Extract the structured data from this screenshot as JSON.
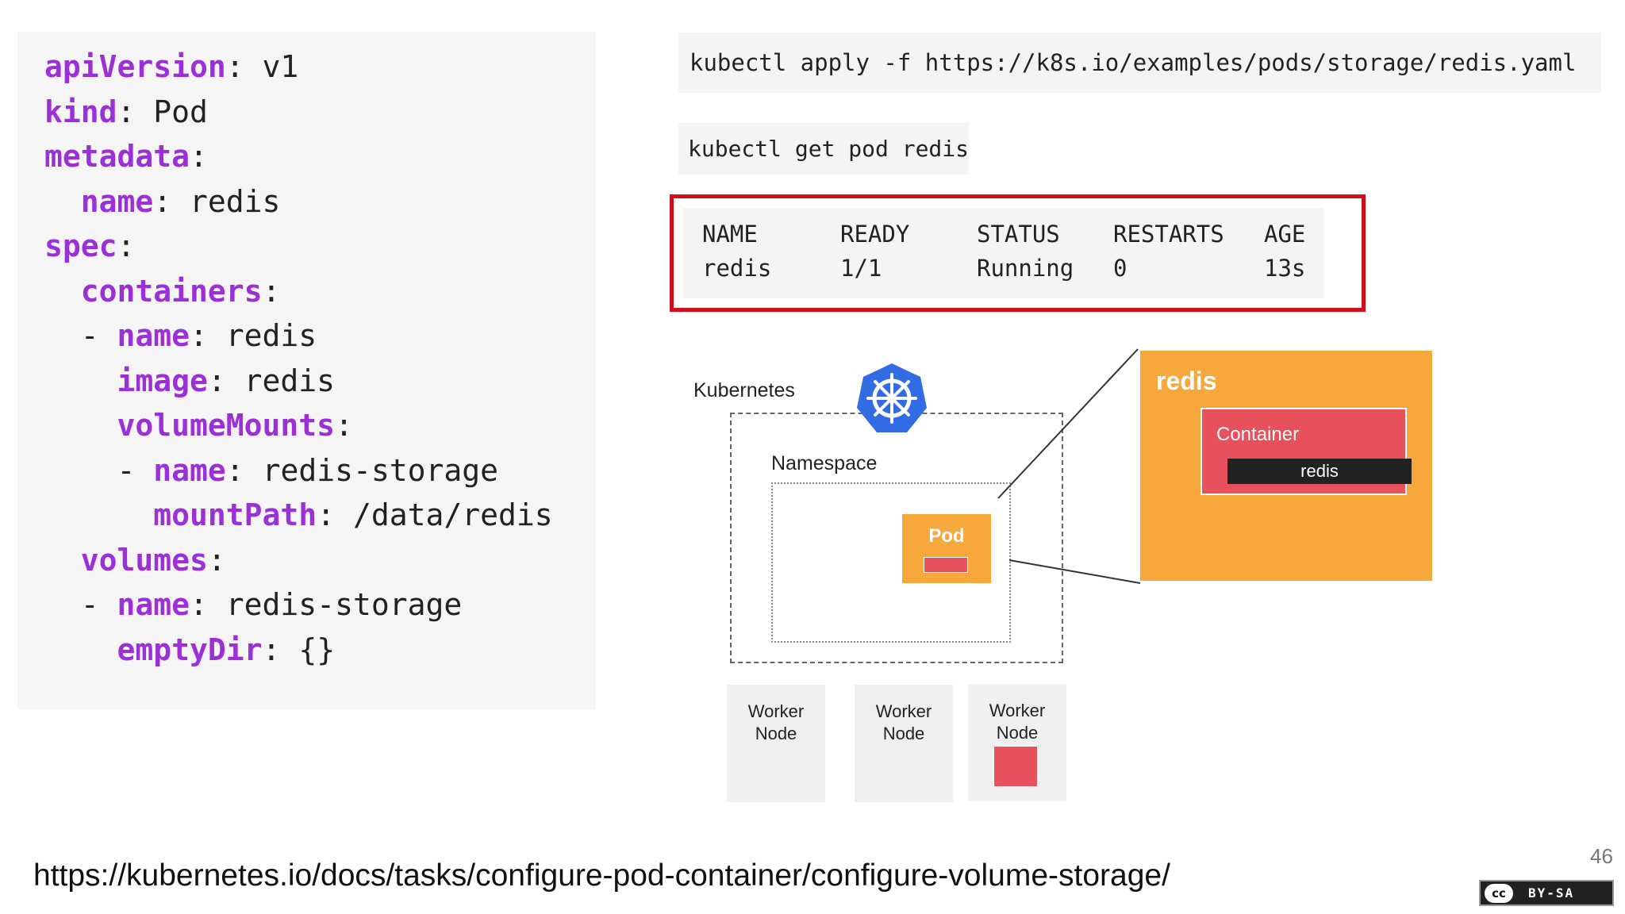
{
  "yaml": {
    "lines": [
      {
        "indent": "",
        "key": "apiVersion",
        "sep": ": ",
        "value": "v1"
      },
      {
        "indent": "",
        "key": "kind",
        "sep": ": ",
        "value": "Pod"
      },
      {
        "indent": "",
        "key": "metadata",
        "sep": ":",
        "value": ""
      },
      {
        "indent": "  ",
        "key": "name",
        "sep": ": ",
        "value": "redis"
      },
      {
        "indent": "",
        "key": "spec",
        "sep": ":",
        "value": ""
      },
      {
        "indent": "  ",
        "key": "containers",
        "sep": ":",
        "value": ""
      },
      {
        "indent": "  - ",
        "key": "name",
        "sep": ": ",
        "value": "redis"
      },
      {
        "indent": "    ",
        "key": "image",
        "sep": ": ",
        "value": "redis"
      },
      {
        "indent": "    ",
        "key": "volumeMounts",
        "sep": ":",
        "value": ""
      },
      {
        "indent": "    - ",
        "key": "name",
        "sep": ": ",
        "value": "redis-storage"
      },
      {
        "indent": "      ",
        "key": "mountPath",
        "sep": ": ",
        "value": "/data/redis"
      },
      {
        "indent": "  ",
        "key": "volumes",
        "sep": ":",
        "value": ""
      },
      {
        "indent": "  - ",
        "key": "name",
        "sep": ": ",
        "value": "redis-storage"
      },
      {
        "indent": "    ",
        "key": "emptyDir",
        "sep": ": ",
        "value": "{}"
      }
    ]
  },
  "commands": {
    "apply": "kubectl apply -f https://k8s.io/examples/pods/storage/redis.yaml",
    "get": "kubectl get pod redis"
  },
  "pod_output": {
    "headers": [
      "NAME",
      "READY",
      "STATUS",
      "RESTARTS",
      "AGE"
    ],
    "row": [
      "redis",
      "1/1",
      "Running",
      "0",
      "13s"
    ]
  },
  "diagram": {
    "cluster_label": "Kubernetes",
    "namespace_label": "Namespace",
    "pod_label": "Pod",
    "zoom_title": "redis",
    "container_label": "Container",
    "container_image": "redis",
    "nodes": [
      "Worker\nNode",
      "Worker\nNode",
      "Worker\nNode"
    ],
    "pod_node_index": 2
  },
  "colors": {
    "yaml_key": "#9b30d9",
    "highlight_border": "#d01018",
    "pod_orange": "#f6a83c",
    "container_red": "#e8505b",
    "k8s_blue": "#326ce5"
  },
  "footer": {
    "url": "https://kubernetes.io/docs/tasks/configure-pod-container/configure-volume-storage/",
    "page_number": "46",
    "license": {
      "cc": "cc",
      "text": "BY-SA"
    }
  }
}
